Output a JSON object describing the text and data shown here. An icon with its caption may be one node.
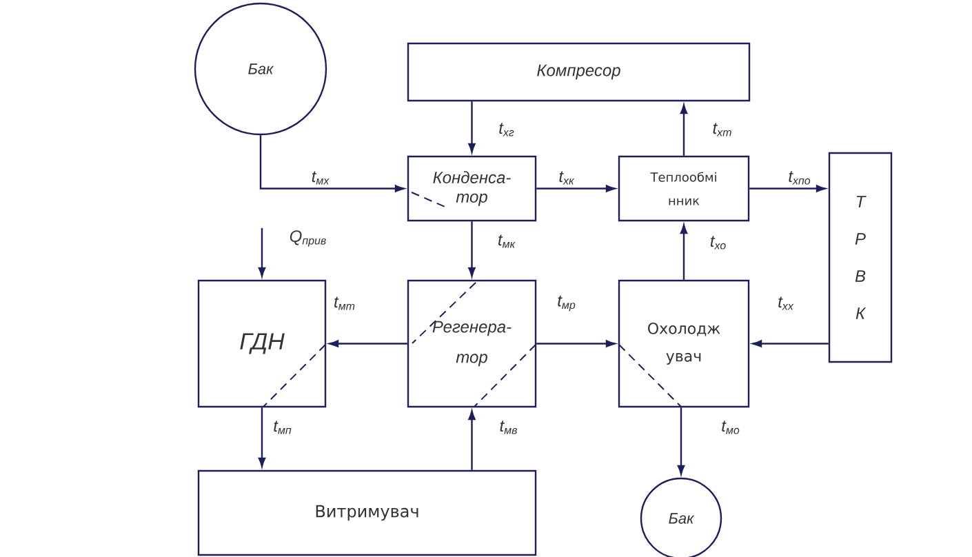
{
  "diagram": {
    "nodes": [
      {
        "text": [
          "Бак"
        ]
      },
      {
        "text": [
          "Компресор"
        ]
      },
      {
        "text": [
          "Конденса- тор"
        ]
      },
      {
        "text": [
          "Теплообмі нник"
        ]
      },
      {
        "text": [
          "Т Р В К"
        ]
      },
      {
        "text": [
          "ГДН"
        ]
      },
      {
        "text": [
          "Регенера- тор"
        ]
      },
      {
        "text": [
          "Охолодж увач"
        ]
      },
      {
        "text": [
          "Витримувач"
        ]
      },
      {
        "text": [
          "Бак"
        ]
      }
    ],
    "edges": [
      {
        "from": 0,
        "to": 2,
        "arrow": "to",
        "label": "t$_{мх}$"
      },
      {
        "from": 1,
        "to": 2,
        "arrow": "to",
        "label": "t$_{хг}$"
      },
      {
        "from": 2,
        "to": 3,
        "arrow": "to",
        "label": "t$_{хк}$"
      },
      {
        "from": 3,
        "to": 1,
        "arrow": "to",
        "label": "t$_{хт}$"
      },
      {
        "from": 3,
        "to": 4,
        "arrow": "to",
        "label": "t$_{хпо}$"
      },
      {
        "from": null,
        "to": 5,
        "arrow": "to",
        "label": "Q$_{прив}$"
      },
      {
        "from": 2,
        "to": 6,
        "arrow": "to",
        "label": "t$_{мк}$"
      },
      {
        "from": 7,
        "to": 3,
        "arrow": "to",
        "label": "t$_{хо}$"
      },
      {
        "from": 6,
        "to": 5,
        "arrow": "to",
        "label": "t$_{мт}$"
      },
      {
        "from": 6,
        "to": 7,
        "arrow": "to",
        "label": "t$_{мр}$"
      },
      {
        "from": 4,
        "to": 7,
        "arrow": "to",
        "label": "t$_{хх}$"
      },
      {
        "from": 5,
        "to": 8,
        "arrow": "to",
        "label": "t$_{мп}$"
      },
      {
        "from": 8,
        "to": 6,
        "arrow": "to",
        "label": "t$_{мв}$"
      },
      {
        "from": 7,
        "to": 9,
        "arrow": "to",
        "label": "t$_{мо}$"
      }
    ]
  }
}
